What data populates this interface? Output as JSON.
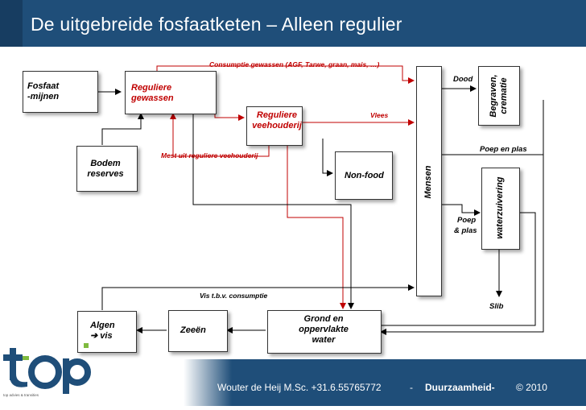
{
  "title": "De uitgebreide fosfaatketen – Alleen regulier",
  "nodes": {
    "fosfaat": "Fosfaat\n-mijnen",
    "reguliere_gewassen": "Reguliere\ngewassen",
    "reguliere_veehouderij": "Reguliere\nveehouderij",
    "bodem": "Bodem\nreserves",
    "nonfood": "Non-food",
    "mensen": "Mensen",
    "begraven": "Begraven,\ncrematie",
    "waterzuivering": "waterzuivering",
    "algen": "Algen\n➔ vis",
    "zeeen": "Zeeën",
    "grond": "Grond en\noppervlakte\nwater"
  },
  "labels": {
    "consumptie": "Consumptie gewassen (AGF, Tarwe, graan, mais, …)",
    "vlees": "Vlees",
    "mest": "Mest uit reguliere veehouderij",
    "dood": "Dood",
    "poep_en_plas": "Poep en plas",
    "poep": "Poep",
    "plas": "& plas",
    "vis": "Vis t.b.v. consumptie",
    "slib": "Slib"
  },
  "footer": {
    "author": "Wouter de Heij M.Sc. +31.6.55765772",
    "sep": "-",
    "topic": "Duurzaamheid-",
    "copyright": "© 2010"
  },
  "logo": {
    "text": "top",
    "tagline": "top advies & transities"
  },
  "colors": {
    "header": "#1f4e79",
    "red": "#c00000",
    "logo_blue": "#1f4e79",
    "logo_green": "#7fba3f"
  }
}
